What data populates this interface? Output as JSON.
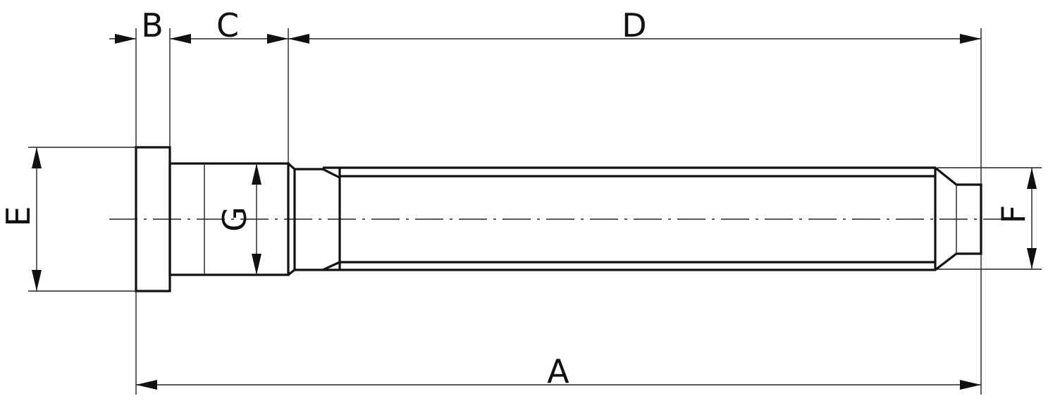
{
  "labels": {
    "a": "A",
    "b": "B",
    "c": "C",
    "d": "D",
    "e": "E",
    "f": "F",
    "g": "G"
  },
  "colors": {
    "ink": "#111111",
    "background": "#ffffff"
  }
}
